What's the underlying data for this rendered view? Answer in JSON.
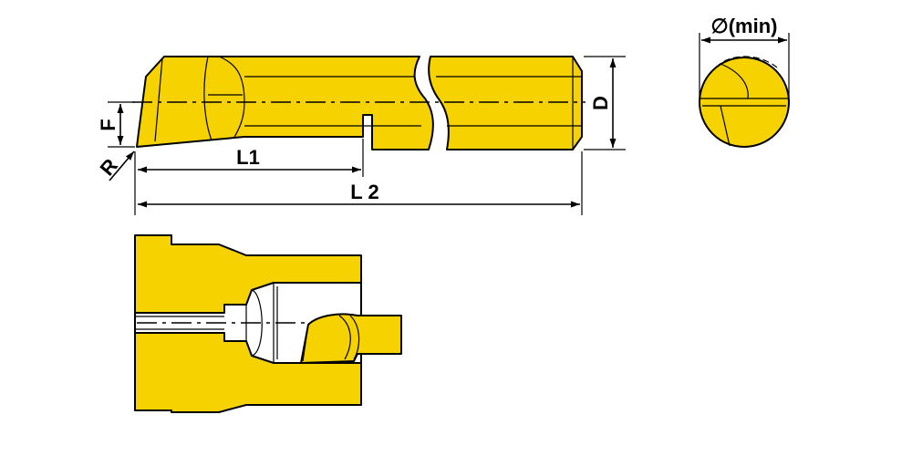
{
  "colors": {
    "part_fill": "#f6d200",
    "outline": "#000000",
    "background": "#ffffff"
  },
  "labels": {
    "diameter_symbol": "∅",
    "diameter_min": "(min)",
    "dim_D": "D",
    "dim_F": "F",
    "dim_R": "R",
    "dim_L1": "L1",
    "dim_L2": "L 2"
  }
}
